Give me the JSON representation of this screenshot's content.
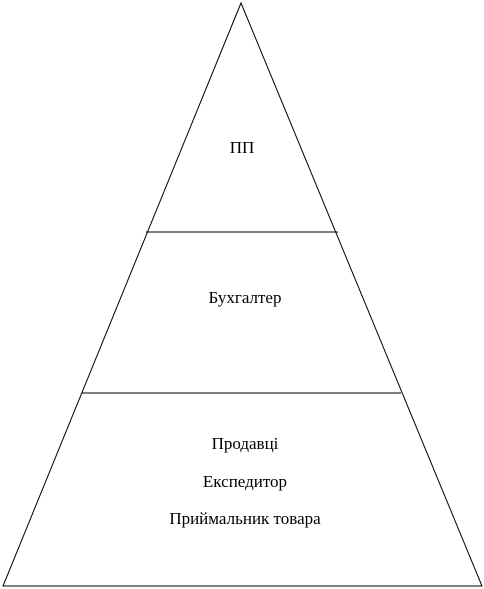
{
  "pyramid": {
    "tiers": [
      {
        "lines": [
          "ПП"
        ]
      },
      {
        "lines": [
          "Бухгалтер"
        ]
      },
      {
        "lines": [
          "Продавці",
          "Експедитор",
          "Приймальник товара"
        ]
      }
    ]
  }
}
